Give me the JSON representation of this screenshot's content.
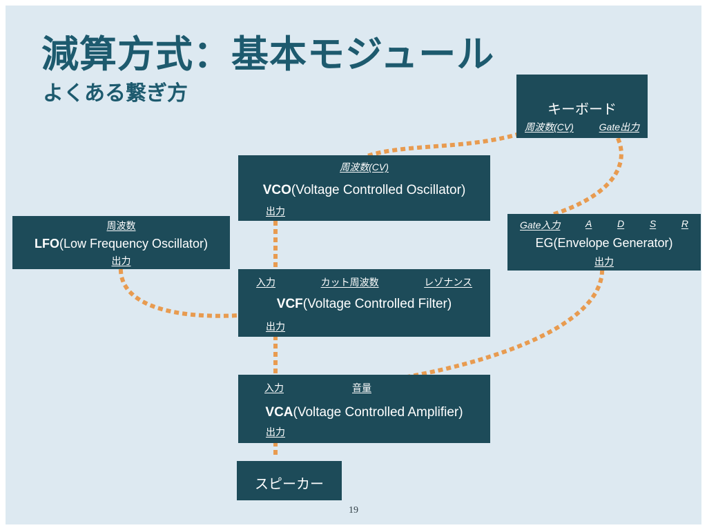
{
  "slide": {
    "title": "減算方式：基本モジュール",
    "subtitle": "よくある繋ぎ方",
    "page_number": "19"
  },
  "colors": {
    "background": "#dde9f1",
    "box": "#1d4b59",
    "title": "#1d5a6e",
    "connector": "#e89b50",
    "text_on_box": "#ffffff"
  },
  "modules": {
    "keyboard": {
      "title": "キーボード",
      "port_cv": "周波数(CV)",
      "port_gate": "Gate出力"
    },
    "vco": {
      "port_top": "周波数(CV)",
      "name_bold": "VCO",
      "name_rest": "(Voltage Controlled Oscillator)",
      "port_out": "出力"
    },
    "lfo": {
      "port_top": "周波数",
      "name_bold": "LFO",
      "name_rest": "(Low Frequency Oscillator)",
      "port_out": "出力"
    },
    "eg": {
      "port_gate": "Gate入力",
      "port_a": "A",
      "port_d": "D",
      "port_s": "S",
      "port_r": "R",
      "name": "EG(Envelope Generator)",
      "port_out": "出力"
    },
    "vcf": {
      "port_in": "入力",
      "port_cutoff": "カット周波数",
      "port_resonance": "レゾナンス",
      "name_bold": "VCF",
      "name_rest": "(Voltage Controlled Filter)",
      "port_out": "出力"
    },
    "vca": {
      "port_in": "入力",
      "port_volume": "音量",
      "name_bold": "VCA",
      "name_rest": "(Voltage Controlled Amplifier)",
      "port_out": "出力"
    },
    "speaker": {
      "title": "スピーカー"
    }
  },
  "connections": [
    {
      "from": "keyboard.周波数(CV)",
      "to": "vco.周波数(CV)"
    },
    {
      "from": "keyboard.Gate出力",
      "to": "eg.Gate入力"
    },
    {
      "from": "vco.出力",
      "to": "vcf.入力"
    },
    {
      "from": "lfo.出力",
      "to": "vcf.カット周波数"
    },
    {
      "from": "eg.出力",
      "to": "vca.音量"
    },
    {
      "from": "vcf.出力",
      "to": "vca.入力"
    },
    {
      "from": "vca.出力",
      "to": "speaker"
    }
  ]
}
